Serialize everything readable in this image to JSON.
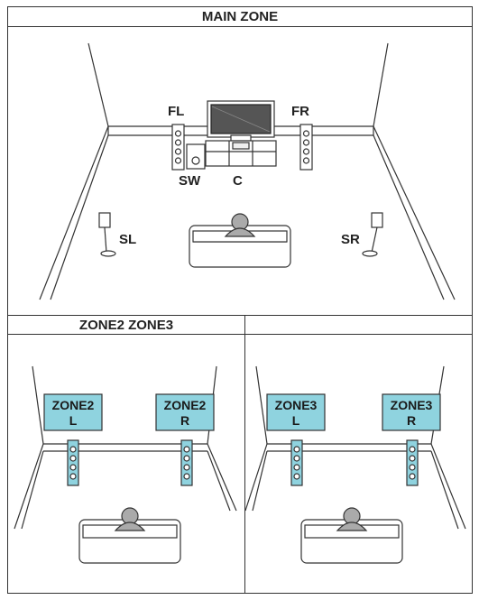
{
  "main_zone": {
    "title": "MAIN ZONE",
    "labels": {
      "fl": "FL",
      "fr": "FR",
      "sw": "SW",
      "c": "C",
      "sl": "SL",
      "sr": "SR"
    }
  },
  "zone_header": {
    "title": "ZONE2 ZONE3"
  },
  "zone2": {
    "left_line1": "ZONE2",
    "left_line2": "L",
    "right_line1": "ZONE2",
    "right_line2": "R"
  },
  "zone3": {
    "left_line1": "ZONE3",
    "left_line2": "L",
    "right_line1": "ZONE3",
    "right_line2": "R"
  },
  "colors": {
    "zone_label_fill": "#8fd3df",
    "speaker_fill_zone": "#8fd3df",
    "outline": "#333333"
  }
}
